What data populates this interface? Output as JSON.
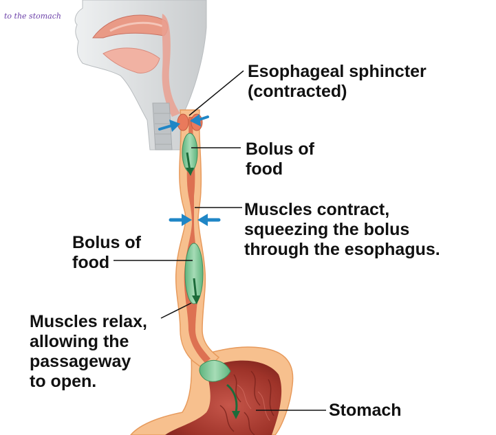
{
  "handwritten_note": "to the stomach",
  "labels": {
    "sphincter": [
      "Esophageal sphincter",
      "(contracted)"
    ],
    "bolus_top": [
      "Bolus of",
      "food"
    ],
    "muscles_contract": [
      "Muscles contract,",
      "squeezing the bolus",
      "through the esophagus."
    ],
    "bolus_mid": [
      "Bolus of",
      "food"
    ],
    "muscles_relax": [
      "Muscles relax,",
      "allowing the",
      "passageway",
      "to open."
    ],
    "stomach": "Stomach"
  },
  "colors": {
    "esophagus_wall": "#f7c08e",
    "esophagus_lumen": "#d9684b",
    "tissue": "#eaa090",
    "bolus": "#7fc99a",
    "squeeze_arrow": "#1f86c6",
    "movement_arrow": "#1c6b3a",
    "head_gray": "#d4d7d9",
    "stomach_inner": "#b5453a",
    "leader_line": "#111111"
  }
}
